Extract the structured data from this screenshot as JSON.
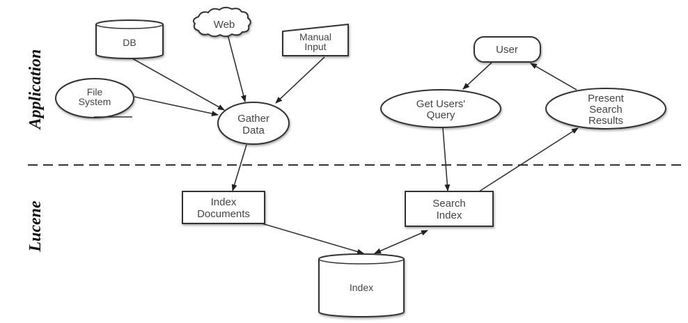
{
  "lanes": {
    "application": "Application",
    "lucene": "Lucene"
  },
  "nodes": {
    "db": "DB",
    "web": "Web",
    "manual_input": [
      "Manual",
      "Input"
    ],
    "file_system": [
      "File",
      "System"
    ],
    "gather_data": [
      "Gather",
      "Data"
    ],
    "user": "User",
    "get_users_query": [
      "Get Users'",
      "Query"
    ],
    "present_search_results": [
      "Present",
      "Search",
      "Results"
    ],
    "index_documents": [
      "Index",
      "Documents"
    ],
    "search_index": [
      "Search",
      "Index"
    ],
    "index": "Index"
  }
}
